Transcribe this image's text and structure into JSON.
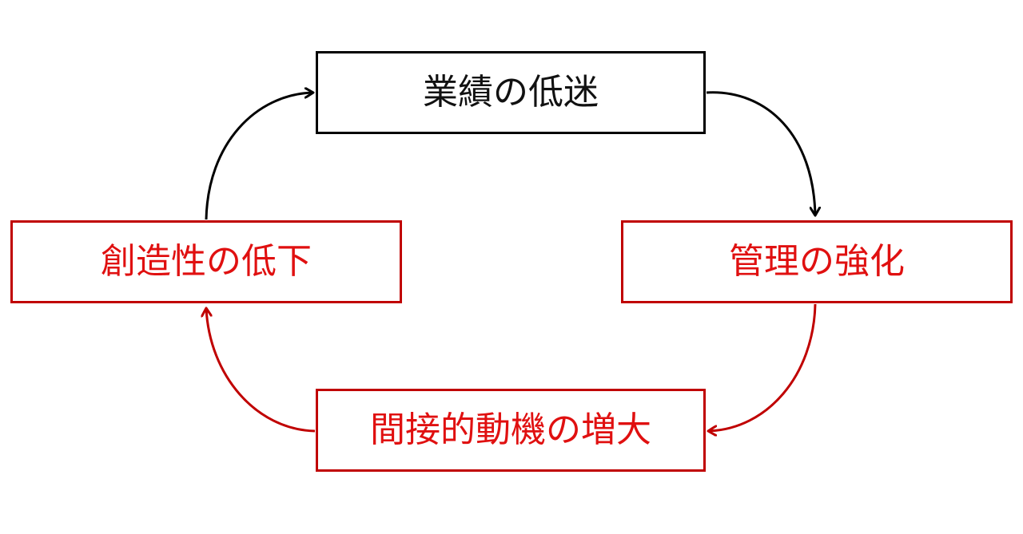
{
  "diagram": {
    "nodes": [
      {
        "id": "top",
        "label": "業績の低迷",
        "color": "#000000",
        "text_color": "#111111"
      },
      {
        "id": "right",
        "label": "管理の強化",
        "color": "#c00000",
        "text_color": "#e01010"
      },
      {
        "id": "bottom",
        "label": "間接的動機の増大",
        "color": "#c00000",
        "text_color": "#e01010"
      },
      {
        "id": "left",
        "label": "創造性の低下",
        "color": "#c00000",
        "text_color": "#e01010"
      }
    ],
    "edges": [
      {
        "from": "top",
        "to": "right",
        "color": "#000000"
      },
      {
        "from": "right",
        "to": "bottom",
        "color": "#c00000"
      },
      {
        "from": "bottom",
        "to": "left",
        "color": "#c00000"
      },
      {
        "from": "left",
        "to": "top",
        "color": "#000000"
      }
    ]
  }
}
